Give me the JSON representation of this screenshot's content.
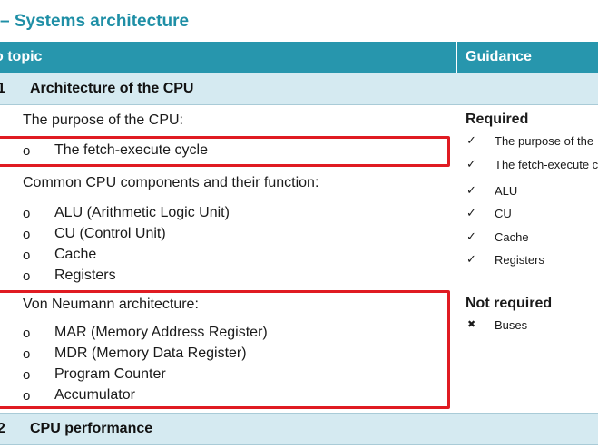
{
  "title": "– Systems architecture",
  "header": {
    "left": "o topic",
    "right": "Guidance"
  },
  "sections": [
    {
      "num": "1",
      "label": "Architecture of the CPU"
    },
    {
      "num": "2",
      "label": "CPU performance"
    }
  ],
  "content": {
    "purpose_heading": "The purpose of the CPU:",
    "fetch_item": "The fetch-execute cycle",
    "components_heading": "Common CPU components and their function:",
    "components": [
      "ALU (Arithmetic Logic Unit)",
      "CU (Control Unit)",
      "Cache",
      "Registers"
    ],
    "von_heading": "Von Neumann architecture:",
    "von_items": [
      "MAR (Memory Address Register)",
      "MDR (Memory Data Register)",
      "Program Counter",
      "Accumulator"
    ],
    "bullet_glyph": "o"
  },
  "guidance": {
    "required_heading": "Required",
    "required_items": [
      "The purpose of the",
      "The fetch-execute c",
      "ALU",
      "CU",
      "Cache",
      "Registers"
    ],
    "check_glyph": "✓",
    "not_required_heading": "Not required",
    "not_required_items": [
      "Buses"
    ],
    "cross_glyph": "✖"
  }
}
